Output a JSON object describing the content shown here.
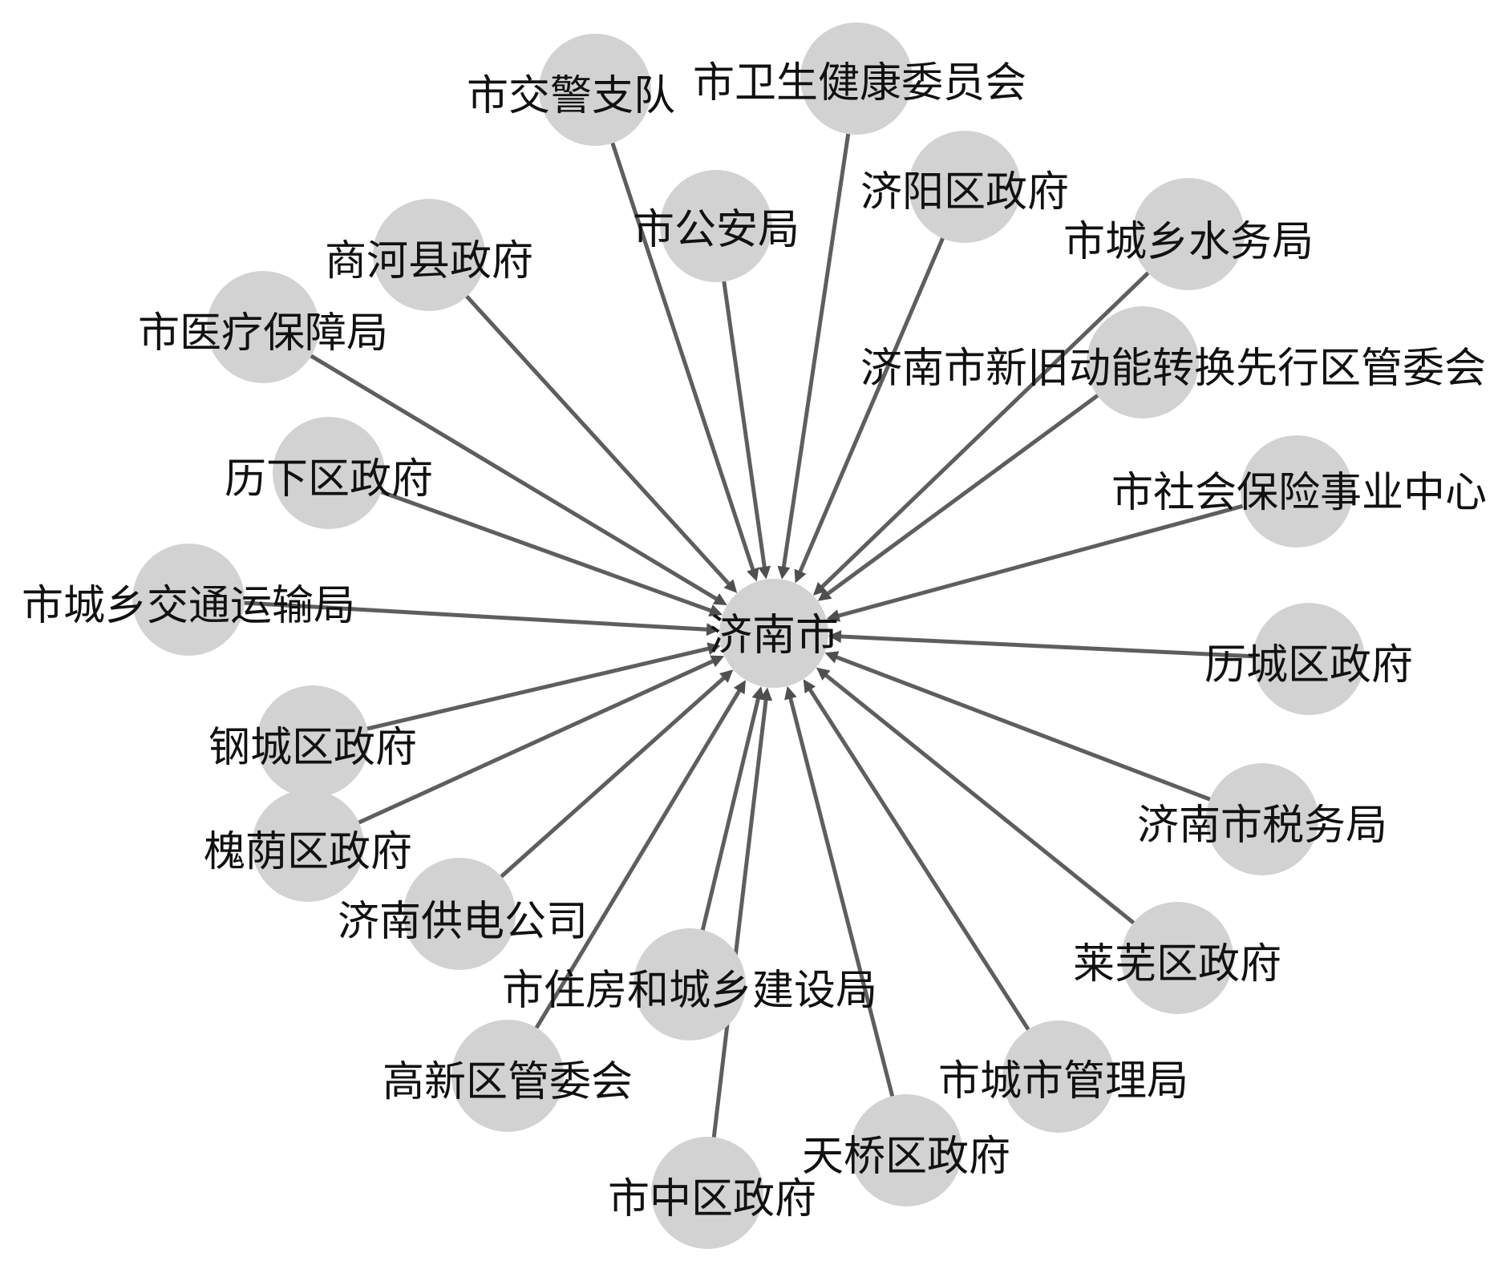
{
  "hub": {
    "id": "jinan",
    "label": "济南市"
  },
  "nodes": [
    {
      "id": "jiaojing",
      "label": "市交警支队"
    },
    {
      "id": "weijian",
      "label": "市卫生健康委员会"
    },
    {
      "id": "gongan",
      "label": "市公安局"
    },
    {
      "id": "jiyang",
      "label": "济阳区政府"
    },
    {
      "id": "shuiwu",
      "label": "市城乡水务局"
    },
    {
      "id": "shanghe",
      "label": "商河县政府"
    },
    {
      "id": "yibao",
      "label": "市医疗保障局"
    },
    {
      "id": "xianxingqu",
      "label": "济南市新旧动能转换先行区管委会"
    },
    {
      "id": "lixia",
      "label": "历下区政府"
    },
    {
      "id": "shebao",
      "label": "市社会保险事业中心"
    },
    {
      "id": "jiaotong",
      "label": "市城乡交通运输局"
    },
    {
      "id": "licheng",
      "label": "历城区政府"
    },
    {
      "id": "gangcheng",
      "label": "钢城区政府"
    },
    {
      "id": "shuiwuju",
      "label": "济南市税务局"
    },
    {
      "id": "huaiyin",
      "label": "槐荫区政府"
    },
    {
      "id": "gongdian",
      "label": "济南供电公司"
    },
    {
      "id": "laiwu",
      "label": "莱芜区政府"
    },
    {
      "id": "zhujian",
      "label": "市住房和城乡建设局"
    },
    {
      "id": "gaoxin",
      "label": "高新区管委会"
    },
    {
      "id": "chengguan",
      "label": "市城市管理局"
    },
    {
      "id": "tianqiao",
      "label": "天桥区政府"
    },
    {
      "id": "shizhong",
      "label": "市中区政府"
    }
  ],
  "edges": [
    {
      "from": "jiaojing",
      "to": "jinan"
    },
    {
      "from": "weijian",
      "to": "jinan"
    },
    {
      "from": "gongan",
      "to": "jinan"
    },
    {
      "from": "jiyang",
      "to": "jinan"
    },
    {
      "from": "shuiwu",
      "to": "jinan"
    },
    {
      "from": "shanghe",
      "to": "jinan"
    },
    {
      "from": "yibao",
      "to": "jinan"
    },
    {
      "from": "xianxingqu",
      "to": "jinan"
    },
    {
      "from": "lixia",
      "to": "jinan"
    },
    {
      "from": "shebao",
      "to": "jinan"
    },
    {
      "from": "jiaotong",
      "to": "jinan"
    },
    {
      "from": "licheng",
      "to": "jinan"
    },
    {
      "from": "gangcheng",
      "to": "jinan"
    },
    {
      "from": "shuiwuju",
      "to": "jinan"
    },
    {
      "from": "huaiyin",
      "to": "jinan"
    },
    {
      "from": "gongdian",
      "to": "jinan"
    },
    {
      "from": "laiwu",
      "to": "jinan"
    },
    {
      "from": "zhujian",
      "to": "jinan"
    },
    {
      "from": "gaoxin",
      "to": "jinan"
    },
    {
      "from": "chengguan",
      "to": "jinan"
    },
    {
      "from": "tianqiao",
      "to": "jinan"
    },
    {
      "from": "shizhong",
      "to": "jinan"
    }
  ],
  "colors": {
    "node_fill": "#d2d2d2",
    "edge": "#5e5e5e",
    "text": "#111111"
  }
}
